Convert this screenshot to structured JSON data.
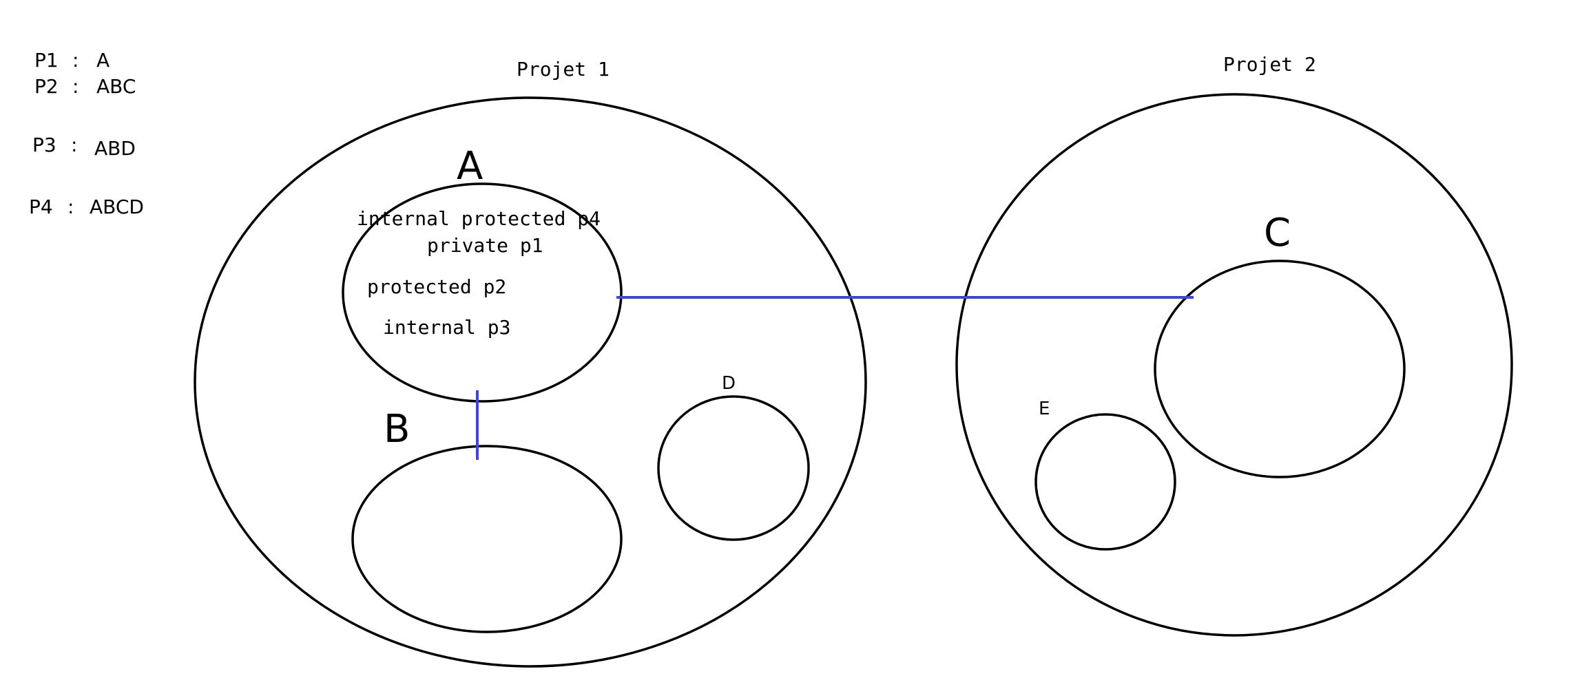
{
  "legend": [
    {
      "label": "P1",
      "separator": ":",
      "value": "A"
    },
    {
      "label": "P2",
      "separator": ":",
      "value": "ABC"
    },
    {
      "label": "P3",
      "separator": ":",
      "value": "ABD"
    },
    {
      "label": "P4",
      "separator": ":",
      "value": "ABCD"
    }
  ],
  "projects": [
    {
      "title": "Projet 1"
    },
    {
      "title": "Projet 2"
    }
  ],
  "nodes": {
    "A": {
      "label": "A",
      "members": [
        "internal protected p4",
        "private p1",
        "protected p2",
        "internal p3"
      ]
    },
    "B": {
      "label": "B"
    },
    "C": {
      "label": "C"
    },
    "D": {
      "label": "D"
    },
    "E": {
      "label": "E"
    }
  },
  "colors": {
    "outline": "#000000",
    "link": "#3f48cc",
    "background": "#ffffff"
  }
}
